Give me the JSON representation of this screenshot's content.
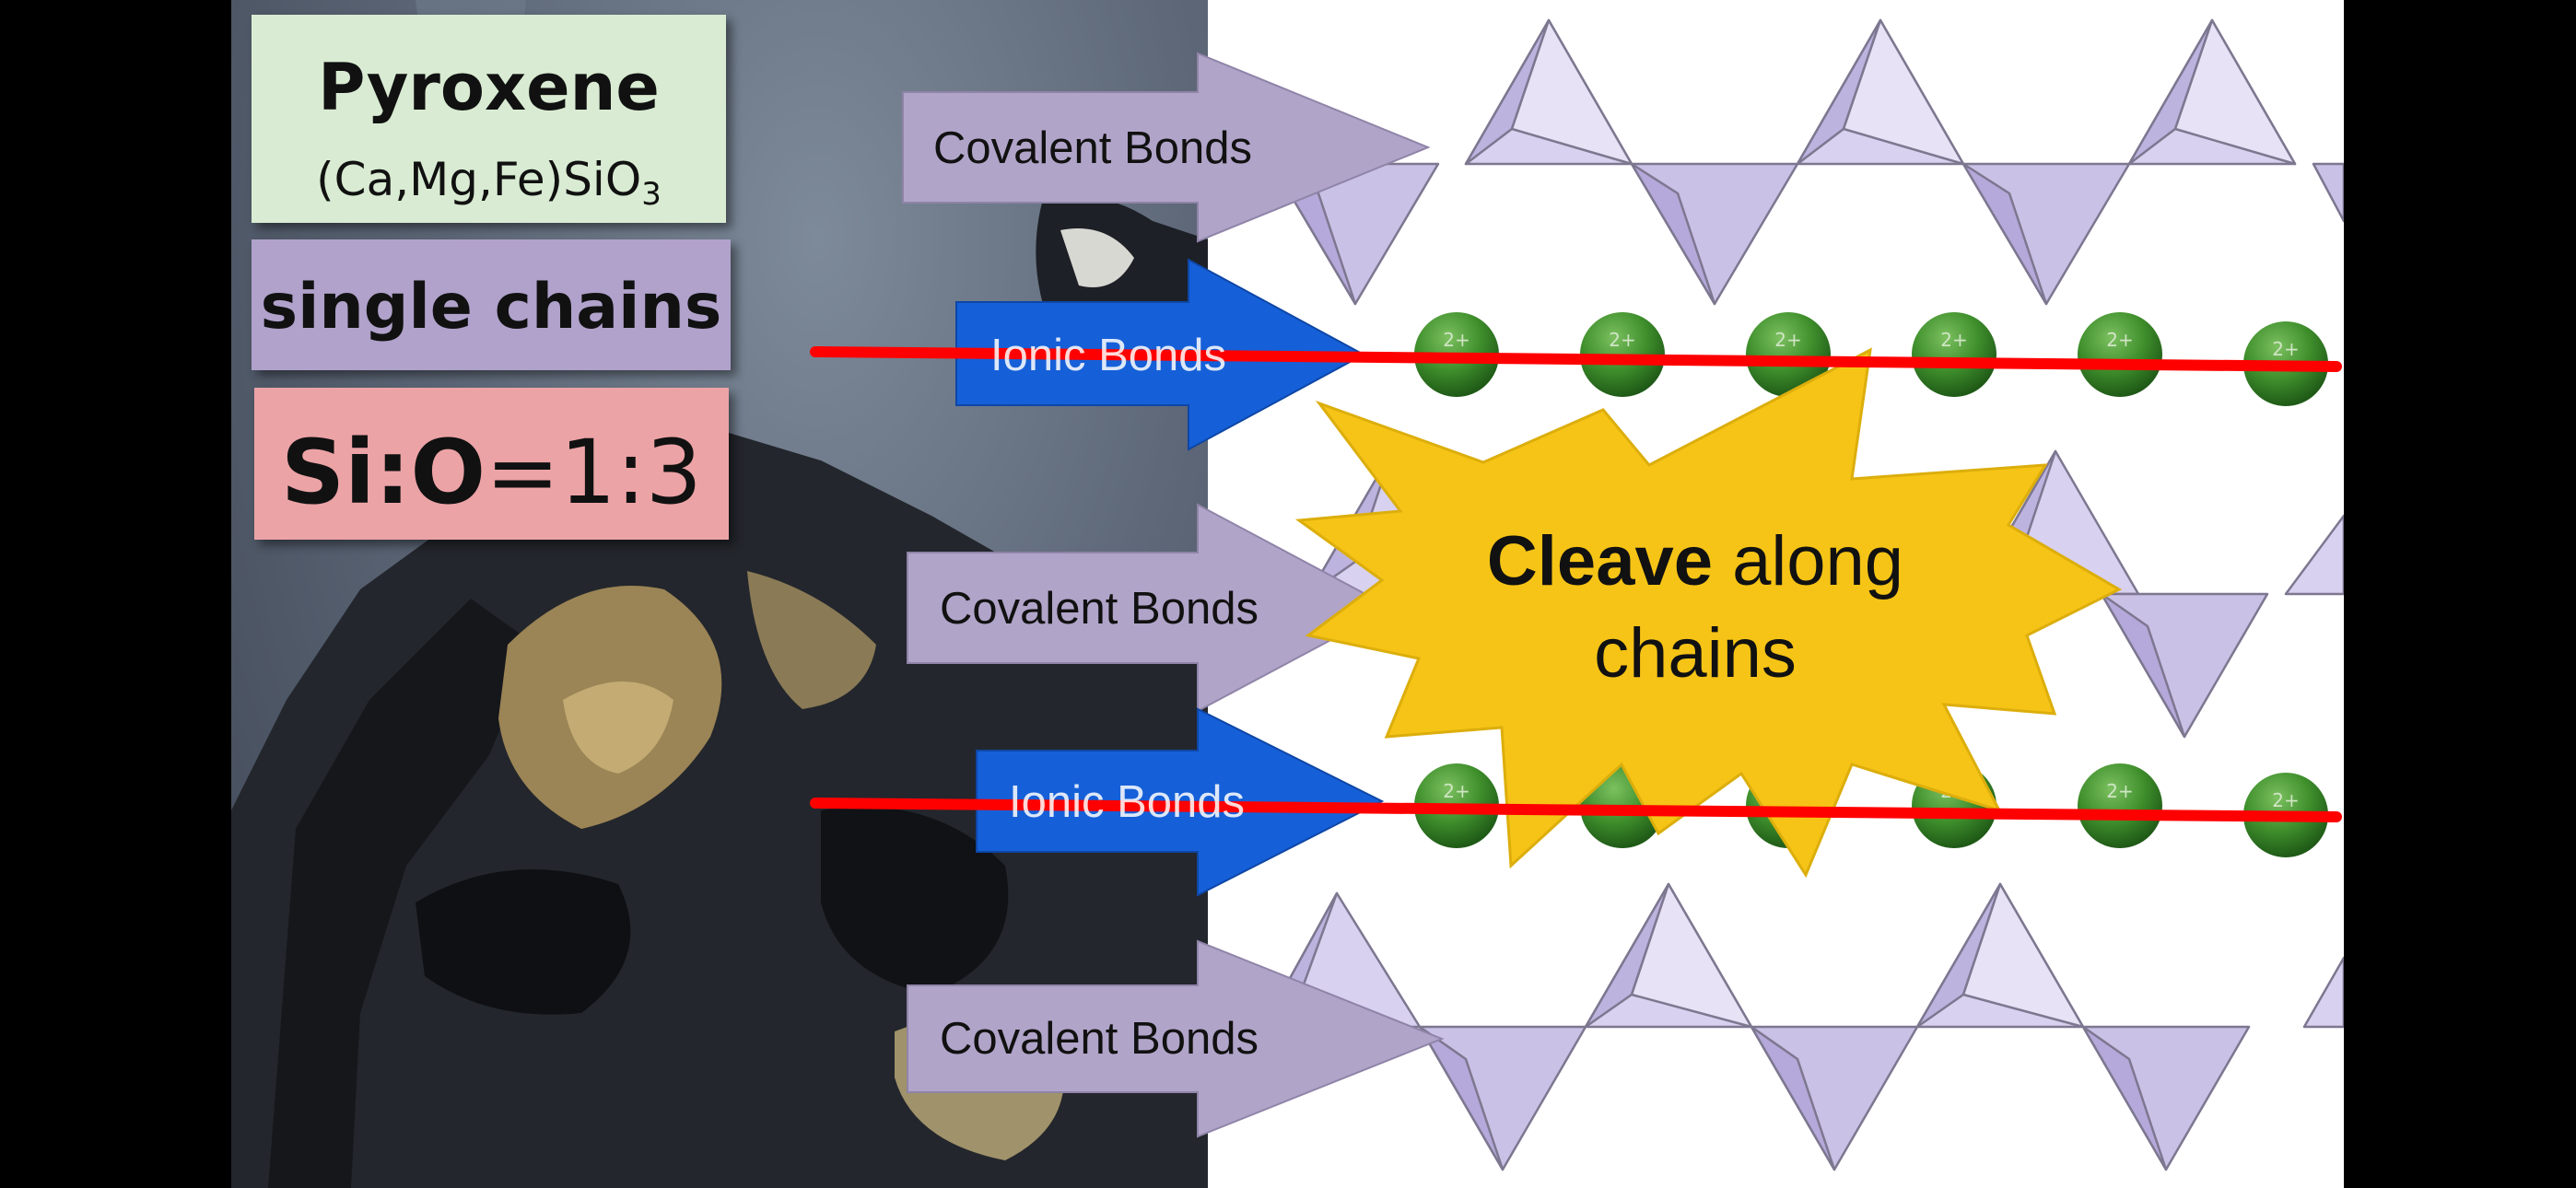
{
  "title": {
    "mineral": "Pyroxene",
    "formula_main": "(Ca,Mg,Fe)SiO",
    "formula_subscript": "3"
  },
  "structure": "single chains",
  "ratio": {
    "label": "Si:O",
    "value": "=1:3"
  },
  "arrows": [
    {
      "label": "Covalent Bonds",
      "kind": "covalent"
    },
    {
      "label": "Ionic Bonds",
      "kind": "ionic"
    },
    {
      "label": "Covalent Bonds",
      "kind": "covalent"
    },
    {
      "label": "Ionic Bonds",
      "kind": "ionic"
    },
    {
      "label": "Covalent Bonds",
      "kind": "covalent"
    }
  ],
  "cation_label": "2+",
  "callout": {
    "bold": "Cleave",
    "line1_rest": " along",
    "line2": "chains"
  },
  "colors": {
    "title_box": "#d9ecd3",
    "chain_box": "#b0a2cb",
    "ratio_box": "#eca3a6",
    "covalent_arrow": "#b1a4c9",
    "ionic_arrow": "#1560d8",
    "cleavage_line": "#ff0000",
    "burst": "#f6c416",
    "tetrahedron": "#c9c1e6",
    "cation": "#3f8f2c"
  }
}
